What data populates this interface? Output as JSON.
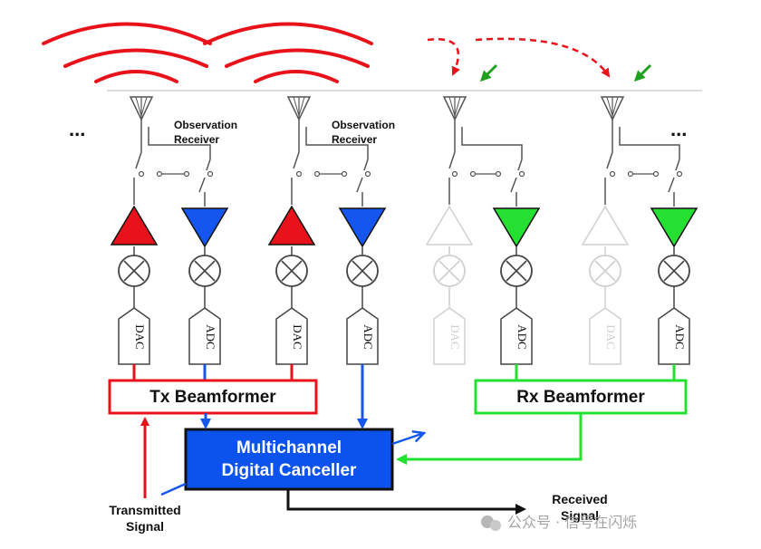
{
  "observation_receiver_label": [
    "Observation",
    "Receiver"
  ],
  "ellipsis": "...",
  "converters": {
    "dac": "DAC",
    "adc": "ADC"
  },
  "tx_beamformer": "Tx Beamformer",
  "rx_beamformer": "Rx Beamformer",
  "canceller": [
    "Multichannel",
    "Digital Canceller"
  ],
  "transmitted_signal": [
    "Transmitted",
    "Signal"
  ],
  "received_signal": [
    "Received",
    "Signal"
  ],
  "watermark": "公众号 · 信号在闪烁",
  "colors": {
    "tx": "#e8121b",
    "observation": "#1456ee",
    "rx": "#25e030",
    "inactive": "#d8d8d8",
    "canceller_fill": "#0b53ec",
    "incoming_wave": "#e8121b",
    "incoming_arrow": "#1fa11f"
  }
}
